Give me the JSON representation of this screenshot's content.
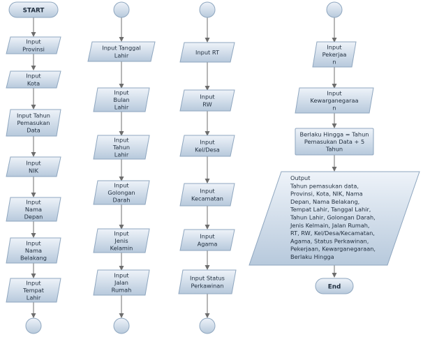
{
  "flowchart": {
    "start_label": "START",
    "end_label": "End",
    "column1": {
      "provinsi": [
        "Input",
        "Provinsi"
      ],
      "kota": [
        "Input",
        "Kota"
      ],
      "tahun_masuk": [
        "Input Tahun",
        "Pemasukan",
        "Data"
      ],
      "nik": [
        "Input",
        "NIK"
      ],
      "nama_depan": [
        "Input",
        "Nama",
        "Depan"
      ],
      "nama_belakang": [
        "Input",
        "Nama",
        "Belakang"
      ],
      "tempat_lahir": [
        "Input",
        "Tempat",
        "Lahir"
      ]
    },
    "column2": {
      "tanggal_lahir": [
        "Input Tanggal",
        "Lahir"
      ],
      "bulan_lahir": [
        "Input",
        "Bulan",
        "Lahir"
      ],
      "tahun_lahir": [
        "Input",
        "Tahun",
        "Lahir"
      ],
      "golongan_darah": [
        "Input",
        "Golongan",
        "Darah"
      ],
      "jenis_kelamin": [
        "Input",
        "Jenis",
        "Kelamin"
      ],
      "jalan_rumah": [
        "Input",
        "Jalan",
        "Rumah"
      ]
    },
    "column3": {
      "rt": [
        "Input RT"
      ],
      "rw": [
        "Input",
        "RW"
      ],
      "kel_desa": [
        "Input",
        "Kel/Desa"
      ],
      "kecamatan": [
        "Input",
        "Kecamatan"
      ],
      "agama": [
        "Input",
        "Agama"
      ],
      "status_perkawinan": [
        "Input Status",
        "Perkawinan"
      ]
    },
    "column4": {
      "pekerjaan": [
        "Input",
        "Pekerjaa",
        "n"
      ],
      "kewarganegaraan": [
        "Input",
        "Kewarganegaraa",
        "n"
      ],
      "berlaku_hingga": [
        "Berlaku Hingga = Tahun",
        "Pemasukan Data  + 5",
        "Tahun"
      ],
      "output": [
        "Output",
        "Tahun pemasukan data,",
        "Provinsi, Kota, NIK, Nama",
        "Depan, Nama Belakang,",
        "Tempat Lahir, Tanggal Lahir,",
        "Tahun Lahir, Golongan Darah,",
        "Jenis Kelmain, Jalan Rumah,",
        "RT, RW, Kel/Desa/Kecamatan,",
        "Agama, Status Perkawinan,",
        "Pekerjaan, Kewarganegaraan,",
        "Berlaku Hingga"
      ]
    },
    "colors": {
      "fill_top": "#eef3f9",
      "fill_bottom": "#b7c9dc",
      "stroke": "#8ea6bf",
      "arrow": "#6d6d6d",
      "text": "#1f2d3d"
    }
  }
}
